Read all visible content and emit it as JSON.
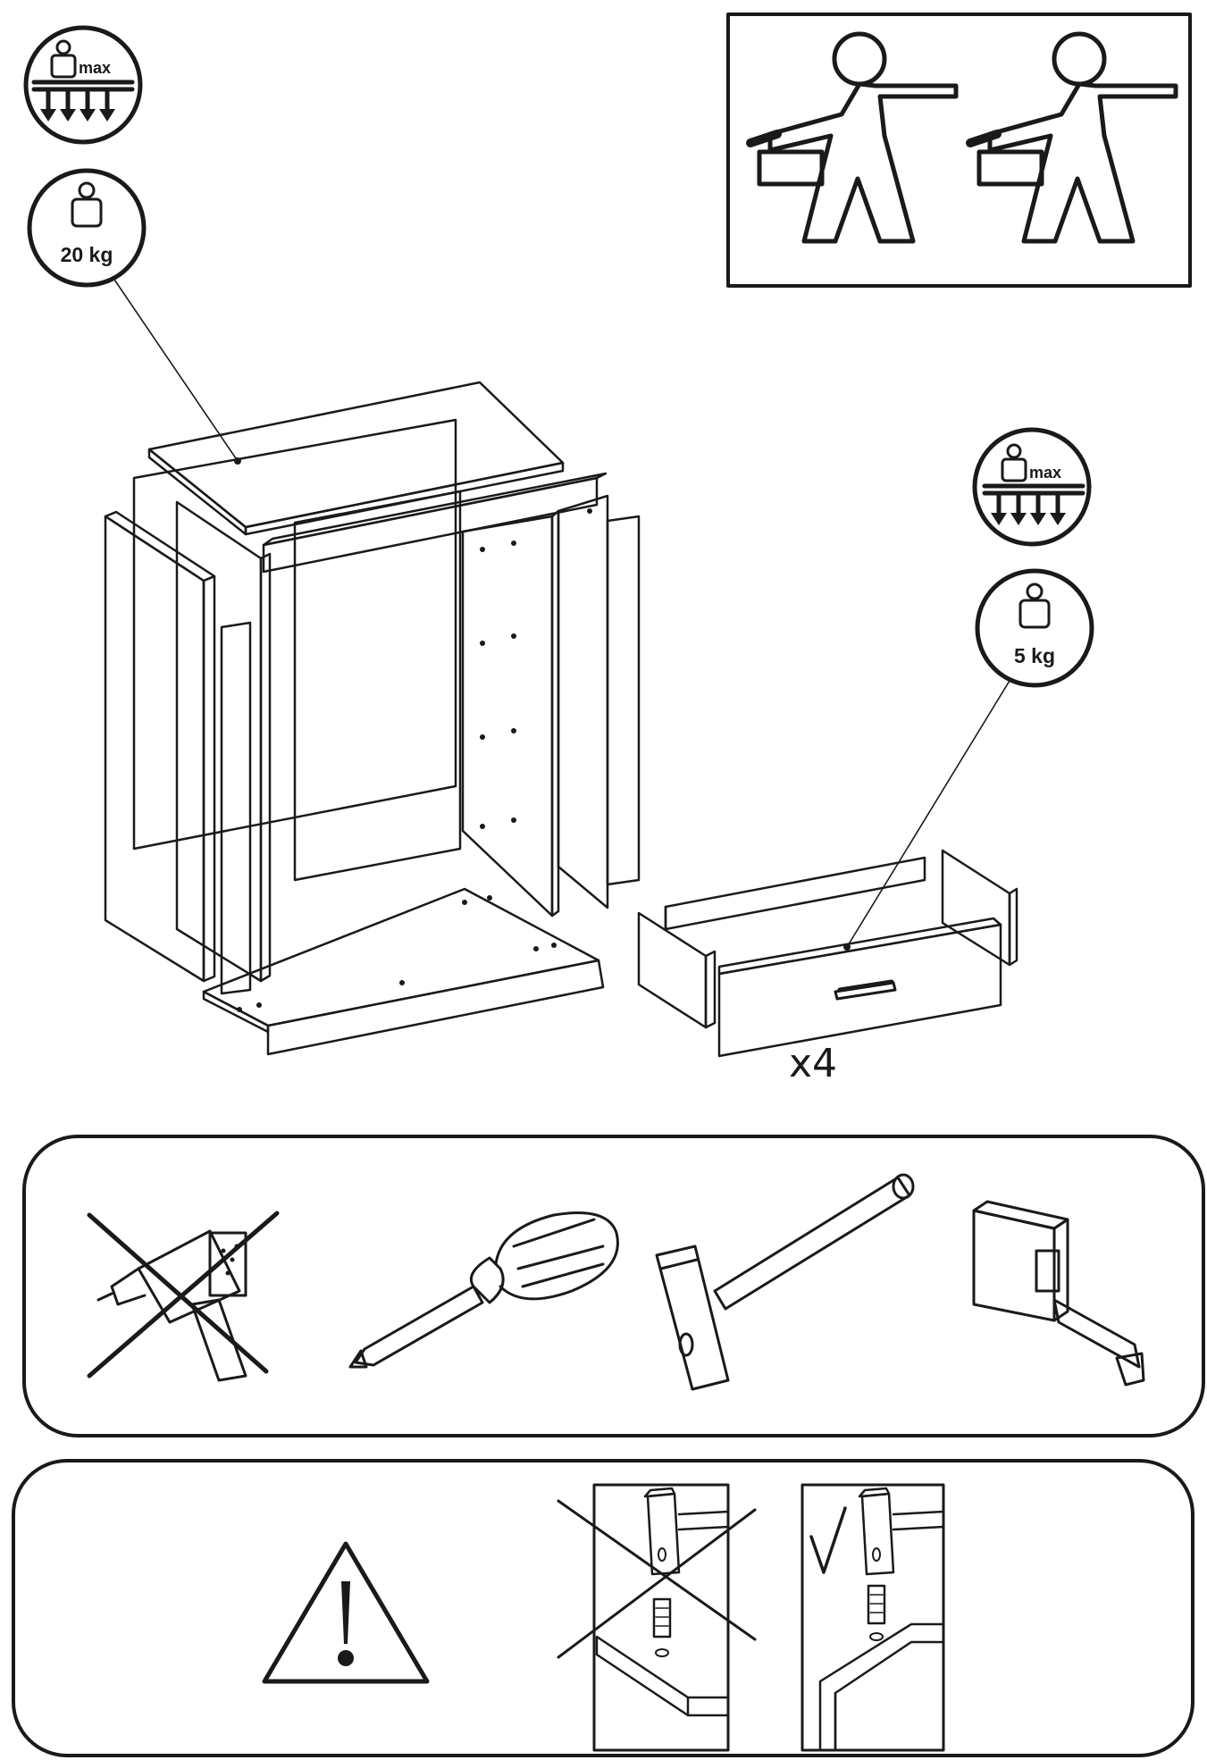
{
  "badges": {
    "max_label": "max",
    "top_load": "20 kg",
    "drawer_load": "5 kg"
  },
  "drawer_count": "x4",
  "icons": {
    "max_load": "max-load-icon",
    "weight": "weight-icon",
    "two_person": "two-person-lift-icon",
    "drill_forbidden": "drill-crossed-icon",
    "screwdriver": "screwdriver-icon",
    "hammer": "hammer-icon",
    "tape_measure": "tape-measure-icon",
    "warning": "warning-icon",
    "wrong_method": "dowel-wrong-icon",
    "right_method": "dowel-right-icon",
    "check": "check-icon"
  },
  "colors": {
    "ink": "#1a1a1a",
    "paper": "#ffffff"
  }
}
